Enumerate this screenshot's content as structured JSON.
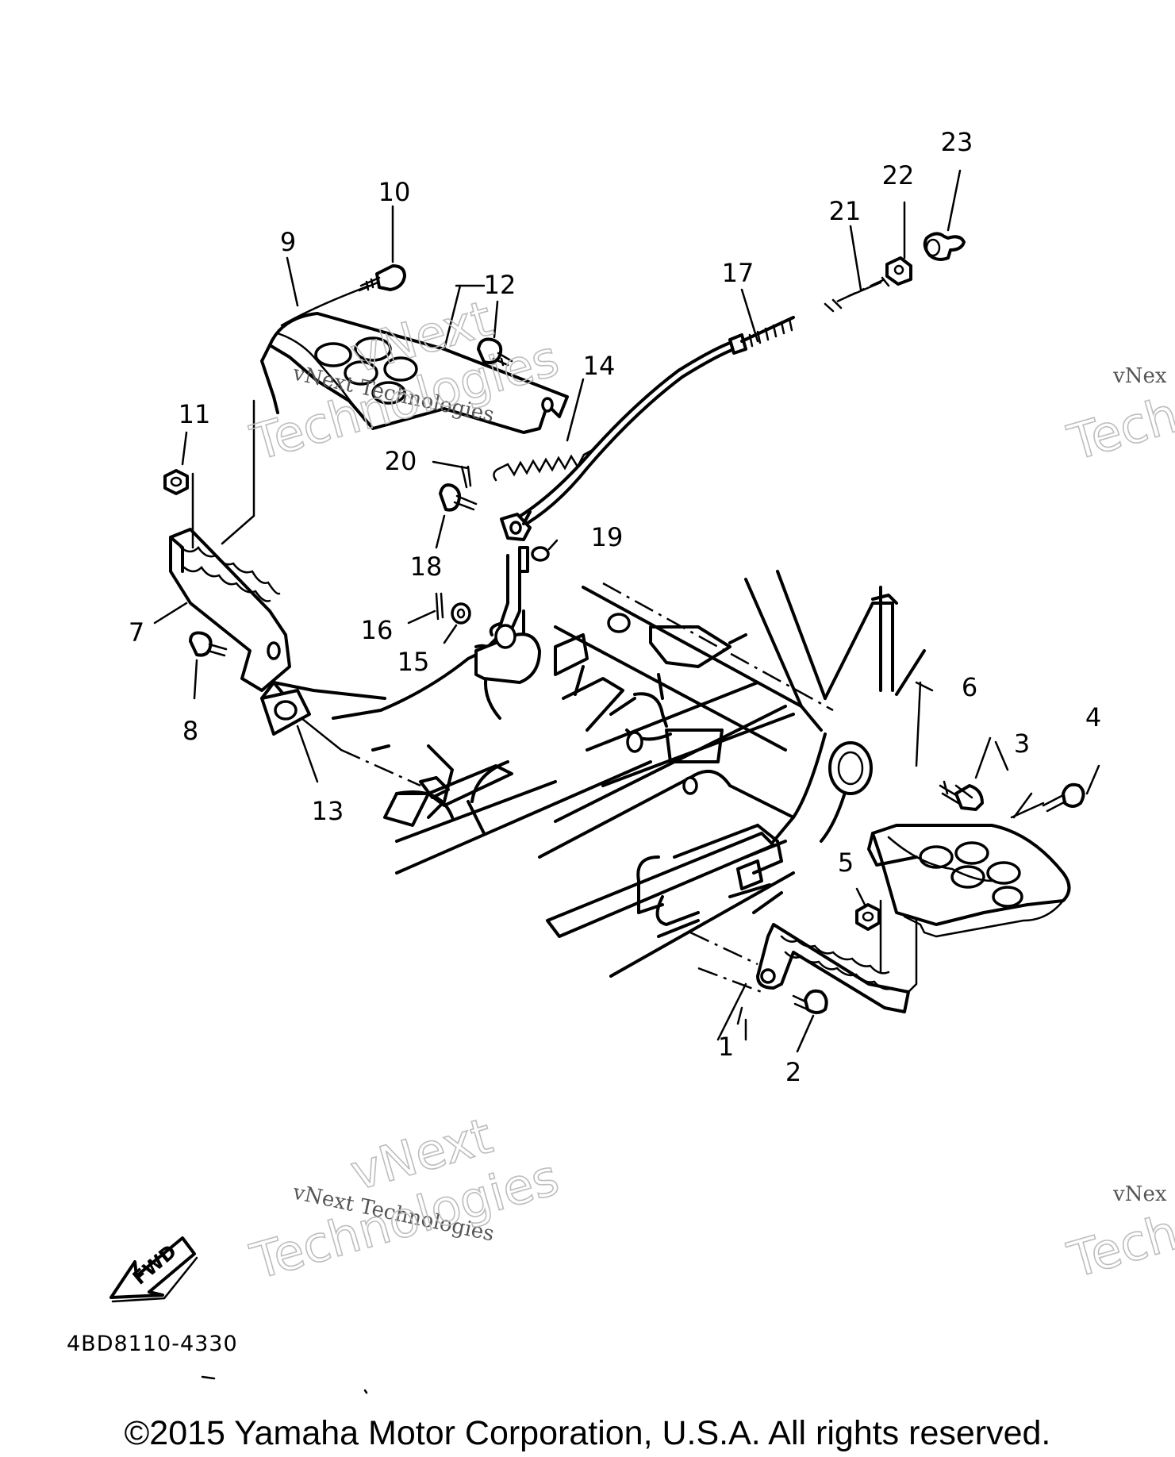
{
  "callouts": [
    "1",
    "2",
    "3",
    "4",
    "5",
    "6",
    "7",
    "8",
    "9",
    "10",
    "11",
    "12",
    "13",
    "14",
    "15",
    "16",
    "17",
    "18",
    "19",
    "20",
    "21",
    "22",
    "23"
  ],
  "watermark": {
    "line1": "vNext Technologies",
    "line2a": "vNext",
    "line2b": "Technologies",
    "edge1": "vNex",
    "edge2": "Tech"
  },
  "fwd_label": "FWD",
  "drawing_code": "4BD8110-4330",
  "copyright": "©2015 Yamaha Motor Corporation, U.S.A. All rights reserved."
}
